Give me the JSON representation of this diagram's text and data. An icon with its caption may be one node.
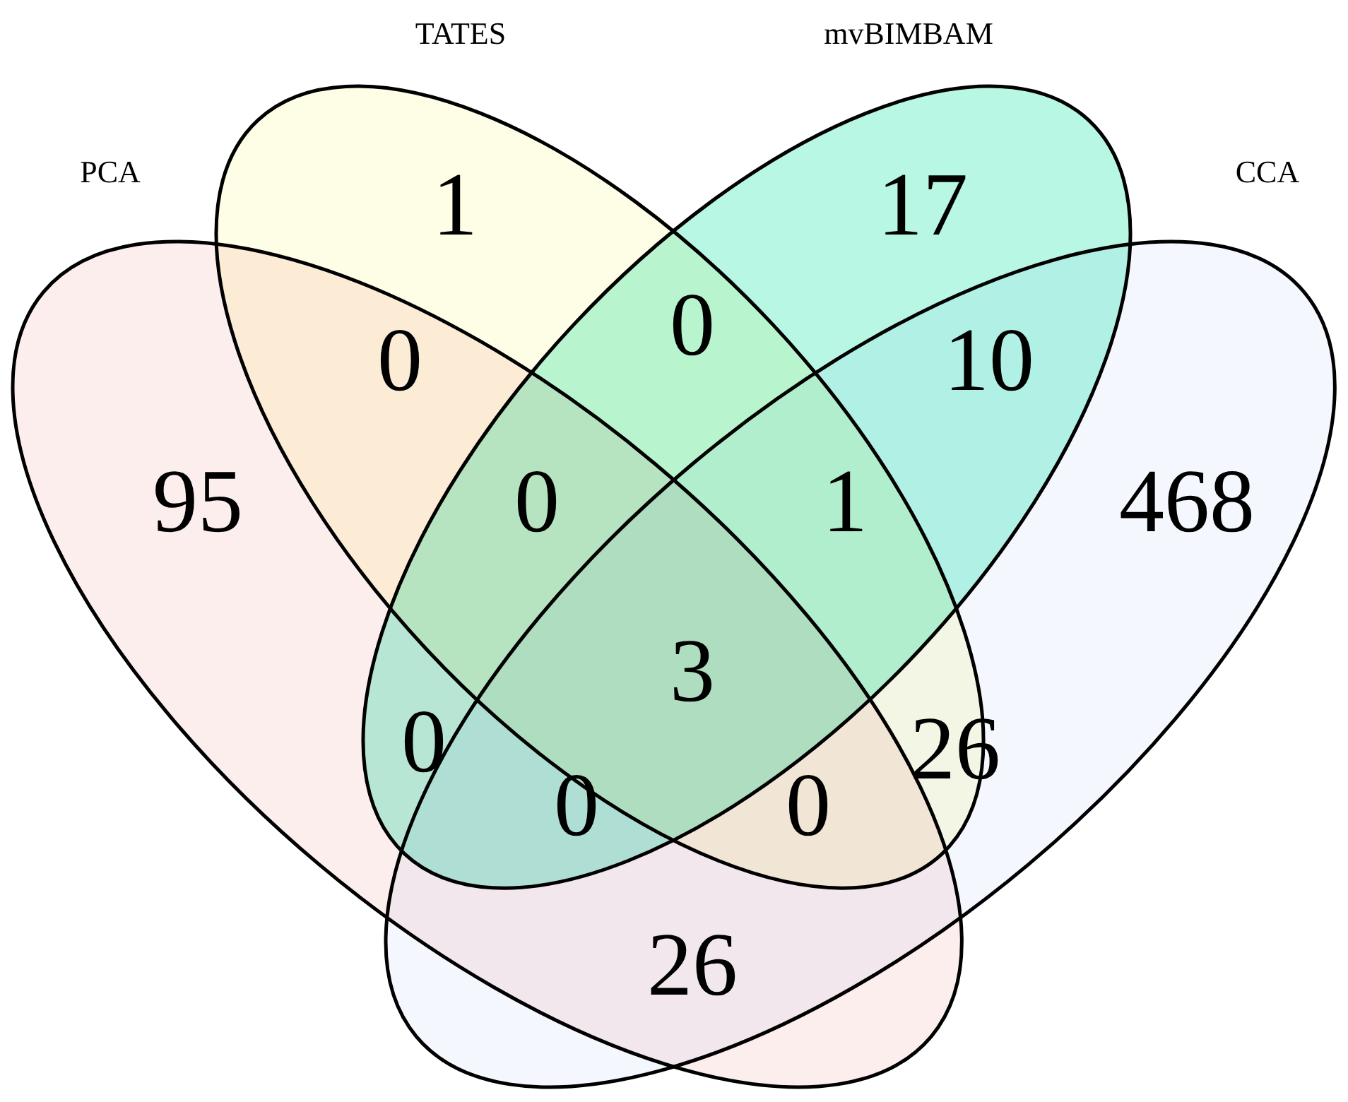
{
  "diagram": {
    "nodes": [
      {
        "text": [
          "PCA"
        ]
      },
      {
        "text": [
          "TATES"
        ]
      },
      {
        "text": [
          "mvBIMBAM"
        ]
      },
      {
        "text": [
          "CCA"
        ]
      }
    ],
    "labels": [
      "1",
      "17",
      "0",
      "0",
      "10",
      "95",
      "0",
      "1",
      "468",
      "3",
      "0",
      "26",
      "0",
      "0",
      "26"
    ]
  }
}
